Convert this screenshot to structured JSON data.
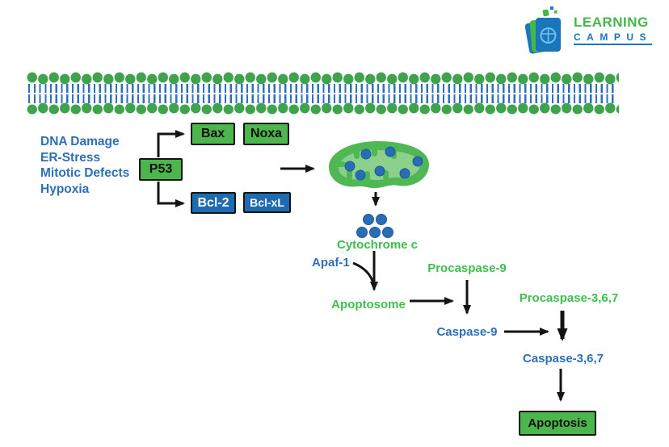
{
  "logo": {
    "title": "LEARNING",
    "subtitle": "CAMPUS"
  },
  "stimuli": {
    "items": [
      "DNA Damage",
      "ER-Stress",
      "Mitotic Defects",
      "Hypoxia"
    ]
  },
  "nodes": {
    "p53": "P53",
    "bax": "Bax",
    "noxa": "Noxa",
    "bcl2": "Bcl-2",
    "bclxl": "Bcl-xL",
    "cytochrome_c": "Cytochrome c",
    "apaf1": "Apaf-1",
    "apoptosome": "Apoptosome",
    "procaspase9": "Procaspase-9",
    "caspase9": "Caspase-9",
    "procaspase367": "Procaspase-3,6,7",
    "caspase367": "Caspase-3,6,7",
    "apoptosis": "Apoptosis"
  },
  "colors": {
    "green_box": "#4CB64C",
    "blue_box": "#1E6BB0",
    "green_text": "#3DBE4E",
    "blue_text": "#2D6FB8",
    "membrane_green": "#3FA24C",
    "membrane_tail_blue": "#2D6FB8",
    "arrow": "#141414",
    "logo_green": "#45B649",
    "logo_blue": "#1B75BB"
  }
}
